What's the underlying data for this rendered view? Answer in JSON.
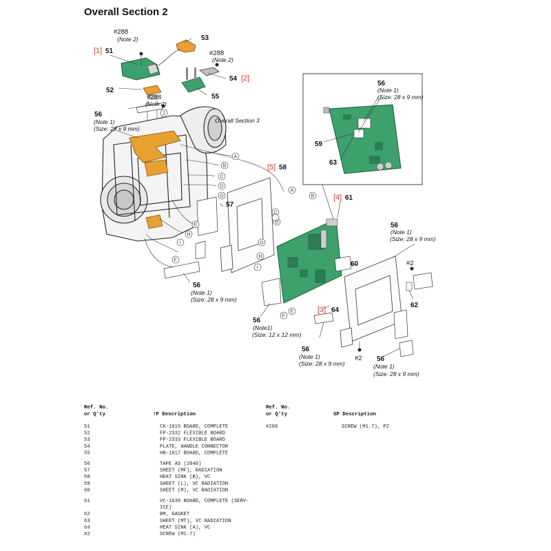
{
  "page": {
    "title": "Overall Section 2"
  },
  "colors": {
    "board": "#3da16b",
    "flex": "#e8a030",
    "ref_red": "#d83a2c",
    "line": "#222222"
  },
  "callouts": {
    "n51": "51",
    "n52": "52",
    "n53": "53",
    "n54": "54",
    "n55": "55",
    "n56a": "56",
    "n56b": "56",
    "n56c": "56",
    "n56d": "56",
    "n56e": "56",
    "n56f": "56",
    "n56g": "56",
    "n57": "57",
    "n58": "58",
    "n59": "59",
    "n60": "60",
    "n61": "61",
    "n62": "62",
    "n63": "63",
    "n64": "64",
    "s288a": "#288",
    "s288b": "#288",
    "s288c": "#288",
    "s2a": "#2",
    "s2b": "#2",
    "note2": "(Note 2)",
    "note1": "(Note 1)",
    "note1b": "(Note1)",
    "size28": "(Size: 28 x 9 mm)",
    "size12": "(Size: 12 x 12 mm)",
    "section3": "Overall Section 3"
  },
  "red_refs": {
    "r1": "[1]",
    "r2": "[2]",
    "r3": "[3]",
    "r4": "[4]",
    "r5": "[5]"
  },
  "connectors": {
    "A": "A",
    "B": "B",
    "C": "C",
    "D": "D",
    "E": "E",
    "F": "F",
    "G": "G",
    "H": "H",
    "I": "I",
    "J": "J"
  },
  "parts_table": {
    "header_left": {
      "ref": "Ref. No.",
      "qty": "or Q'ty",
      "desc": "!P Description"
    },
    "header_right": {
      "ref": "Ref. No.",
      "qty": "or Q'ty",
      "desc": "SP Description"
    },
    "left_rows": [
      {
        "ref": "51",
        "desc": "CK-1015 BOARD, COMPLETE"
      },
      {
        "ref": "52",
        "desc": "FP-2332 FLEXIBLE BOARD"
      },
      {
        "ref": "53",
        "desc": "FP-2333 FLEXIBLE BOARD"
      },
      {
        "ref": "54",
        "desc": "PLATE, HANDLE CONNECTOR"
      },
      {
        "ref": "55",
        "desc": "HN-1017 BOARD, COMPLETE"
      },
      {
        "ref": "56",
        "desc": "TAPE AS (2040)"
      },
      {
        "ref": "57",
        "desc": "SHEET (MF), RADIATION"
      },
      {
        "ref": "58",
        "desc": "HEAT SINK (B), VC"
      },
      {
        "ref": "59",
        "desc": "SHEET (L), VC RADIATION"
      },
      {
        "ref": "60",
        "desc": "SHEET (M), VC RADIATION"
      },
      {
        "ref": "61",
        "desc": "VC-1039 BOARD, COMPLETE (SERV-"
      },
      {
        "ref": "",
        "desc": "ICE)"
      },
      {
        "ref": "62",
        "desc": "BM, GASKET"
      },
      {
        "ref": "63",
        "desc": "SHEET (MT), VC RADIATION"
      },
      {
        "ref": "64",
        "desc": "HEAT SINK (A), VC"
      },
      {
        "ref": "#2",
        "desc": "SCREW (M1.7)"
      }
    ],
    "right_rows": [
      {
        "ref": "#288",
        "desc": "SCREW (M1.7), P2"
      }
    ]
  }
}
